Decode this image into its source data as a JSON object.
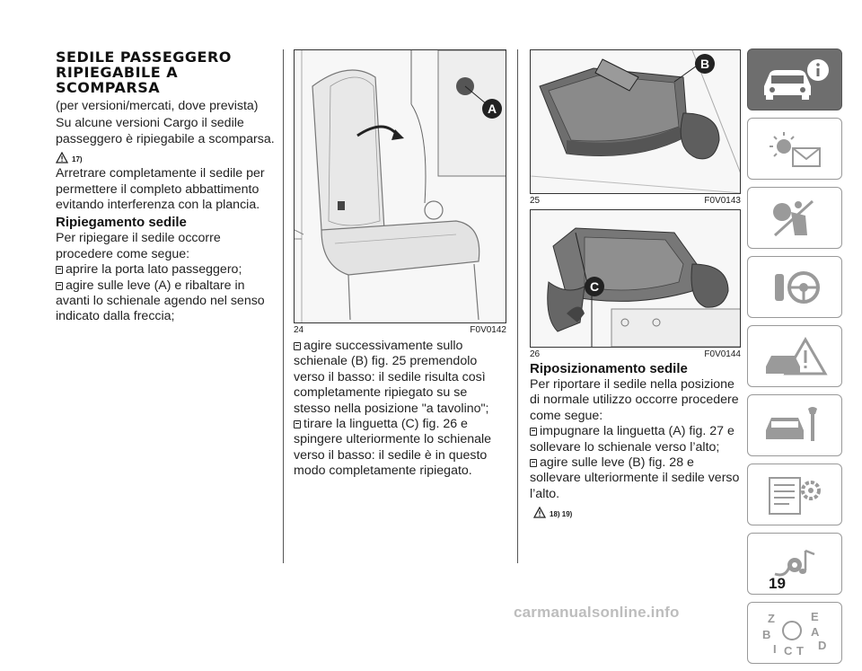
{
  "column1": {
    "title_lines": [
      "SEDILE PASSEGGERO",
      "RIPIEGABILE A",
      "SCOMPARSA"
    ],
    "para1": "(per versioni/mercati, dove prevista)",
    "para2": "Su alcune versioni Cargo il sedile passeggero è ripiegabile a scomparsa.",
    "note_ref": "17)",
    "para3": "Arretrare completamente il sedile per permettere il completo abbattimento evitando interferenza con la plancia.",
    "subheading": "Ripiegamento sedile",
    "para4": "Per ripiegare il sedile occorre procedere come segue:",
    "steps": [
      "aprire la porta lato passeggero;",
      "agire sulle leve (A) e ribaltare in avanti lo schienale agendo nel senso indicato dalla freccia;"
    ]
  },
  "column2": {
    "figure": {
      "number": "24",
      "code": "F0V0142",
      "callout": "A"
    },
    "steps": [
      "agire successivamente sullo schienale (B) fig. 25 premendolo verso il basso: il sedile risulta così completamente ripiegato su se stesso nella posizione \"a tavolino\";",
      "tirare la linguetta (C) fig. 26 e spingere ulteriormente lo schienale verso il basso: il sedile è in questo modo completamente ripiegato."
    ]
  },
  "column3": {
    "figure1": {
      "number": "25",
      "code": "F0V0143",
      "callout": "B"
    },
    "figure2": {
      "number": "26",
      "code": "F0V0144",
      "callout": "C"
    },
    "subheading": "Riposizionamento sedile",
    "para": "Per riportare il sedile nella posizione di normale utilizzo occorre procedere come segue:",
    "steps": [
      "impugnare la linguetta (A) fig. 27 e sollevare lo schienale verso l’alto;",
      "agire sulle leve (B) fig. 28 e sollevare ulteriormente il sedile verso l’alto."
    ],
    "note_refs": "18)  19)"
  },
  "sidebar": {
    "tabs": [
      {
        "icon": "car-info-icon",
        "active": true
      },
      {
        "icon": "sun-envelope-icon",
        "active": false
      },
      {
        "icon": "airbag-person-icon",
        "active": false
      },
      {
        "icon": "key-steering-icon",
        "active": false
      },
      {
        "icon": "car-warning-icon",
        "active": false
      },
      {
        "icon": "car-wrench-icon",
        "active": false
      },
      {
        "icon": "document-gear-icon",
        "active": false
      },
      {
        "icon": "music-satellite-icon",
        "active": false
      },
      {
        "icon": "alphabet-index-icon",
        "active": false
      }
    ],
    "index_letters": [
      "Z",
      "E",
      "B",
      "A",
      "I",
      "C",
      "T",
      "D"
    ]
  },
  "page_number": "19",
  "watermark": "carmanualsonline.info"
}
